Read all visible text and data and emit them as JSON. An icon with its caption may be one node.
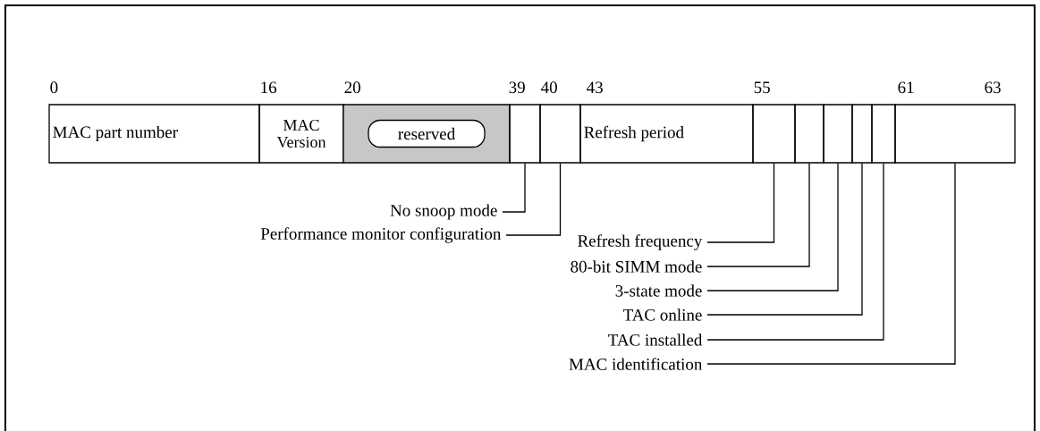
{
  "diagram": {
    "nodes": [
      {
        "text": [
          "MAC part number"
        ]
      },
      {
        "text": [
          "MAC Version"
        ]
      },
      {
        "text": [],
        "shape": "box"
      },
      {
        "text": [
          "reserved"
        ],
        "in": 2
      },
      {
        "text": [],
        "shape": "box"
      },
      {
        "text": [],
        "shape": "box"
      },
      {
        "text": [
          "Refresh period"
        ]
      },
      {
        "text": [],
        "shape": "box"
      },
      {
        "text": [],
        "shape": "box"
      },
      {
        "text": [],
        "shape": "box"
      },
      {
        "text": [],
        "shape": "box"
      },
      {
        "text": [],
        "shape": "box"
      },
      {
        "text": [],
        "shape": "box"
      },
      {
        "text": [
          "No snoop mode"
        ]
      },
      {
        "text": [
          "Performance monitor configuration"
        ]
      },
      {
        "text": [
          "Refresh frequency"
        ]
      },
      {
        "text": [
          "80-bit SIMM mode"
        ]
      },
      {
        "text": [
          "3-state mode"
        ]
      },
      {
        "text": [
          "TAC online"
        ]
      },
      {
        "text": [
          "TAC installed"
        ]
      },
      {
        "text": [
          "MAC identification"
        ]
      }
    ],
    "edges": [
      {
        "from": 13,
        "to": 4,
        "arrow": "none"
      },
      {
        "from": 14,
        "to": 5,
        "arrow": "none"
      },
      {
        "from": 15,
        "to": 7,
        "arrow": "none"
      },
      {
        "from": 16,
        "to": 8,
        "arrow": "none"
      },
      {
        "from": 17,
        "to": 9,
        "arrow": "none"
      },
      {
        "from": 18,
        "to": 10,
        "arrow": "none"
      },
      {
        "from": 19,
        "to": 11,
        "arrow": "none"
      },
      {
        "from": 20,
        "to": 12,
        "arrow": "none"
      }
    ],
    "labels": [
      "0",
      "16",
      "20",
      "39",
      "40",
      "43",
      "55",
      "61",
      "63"
    ]
  }
}
